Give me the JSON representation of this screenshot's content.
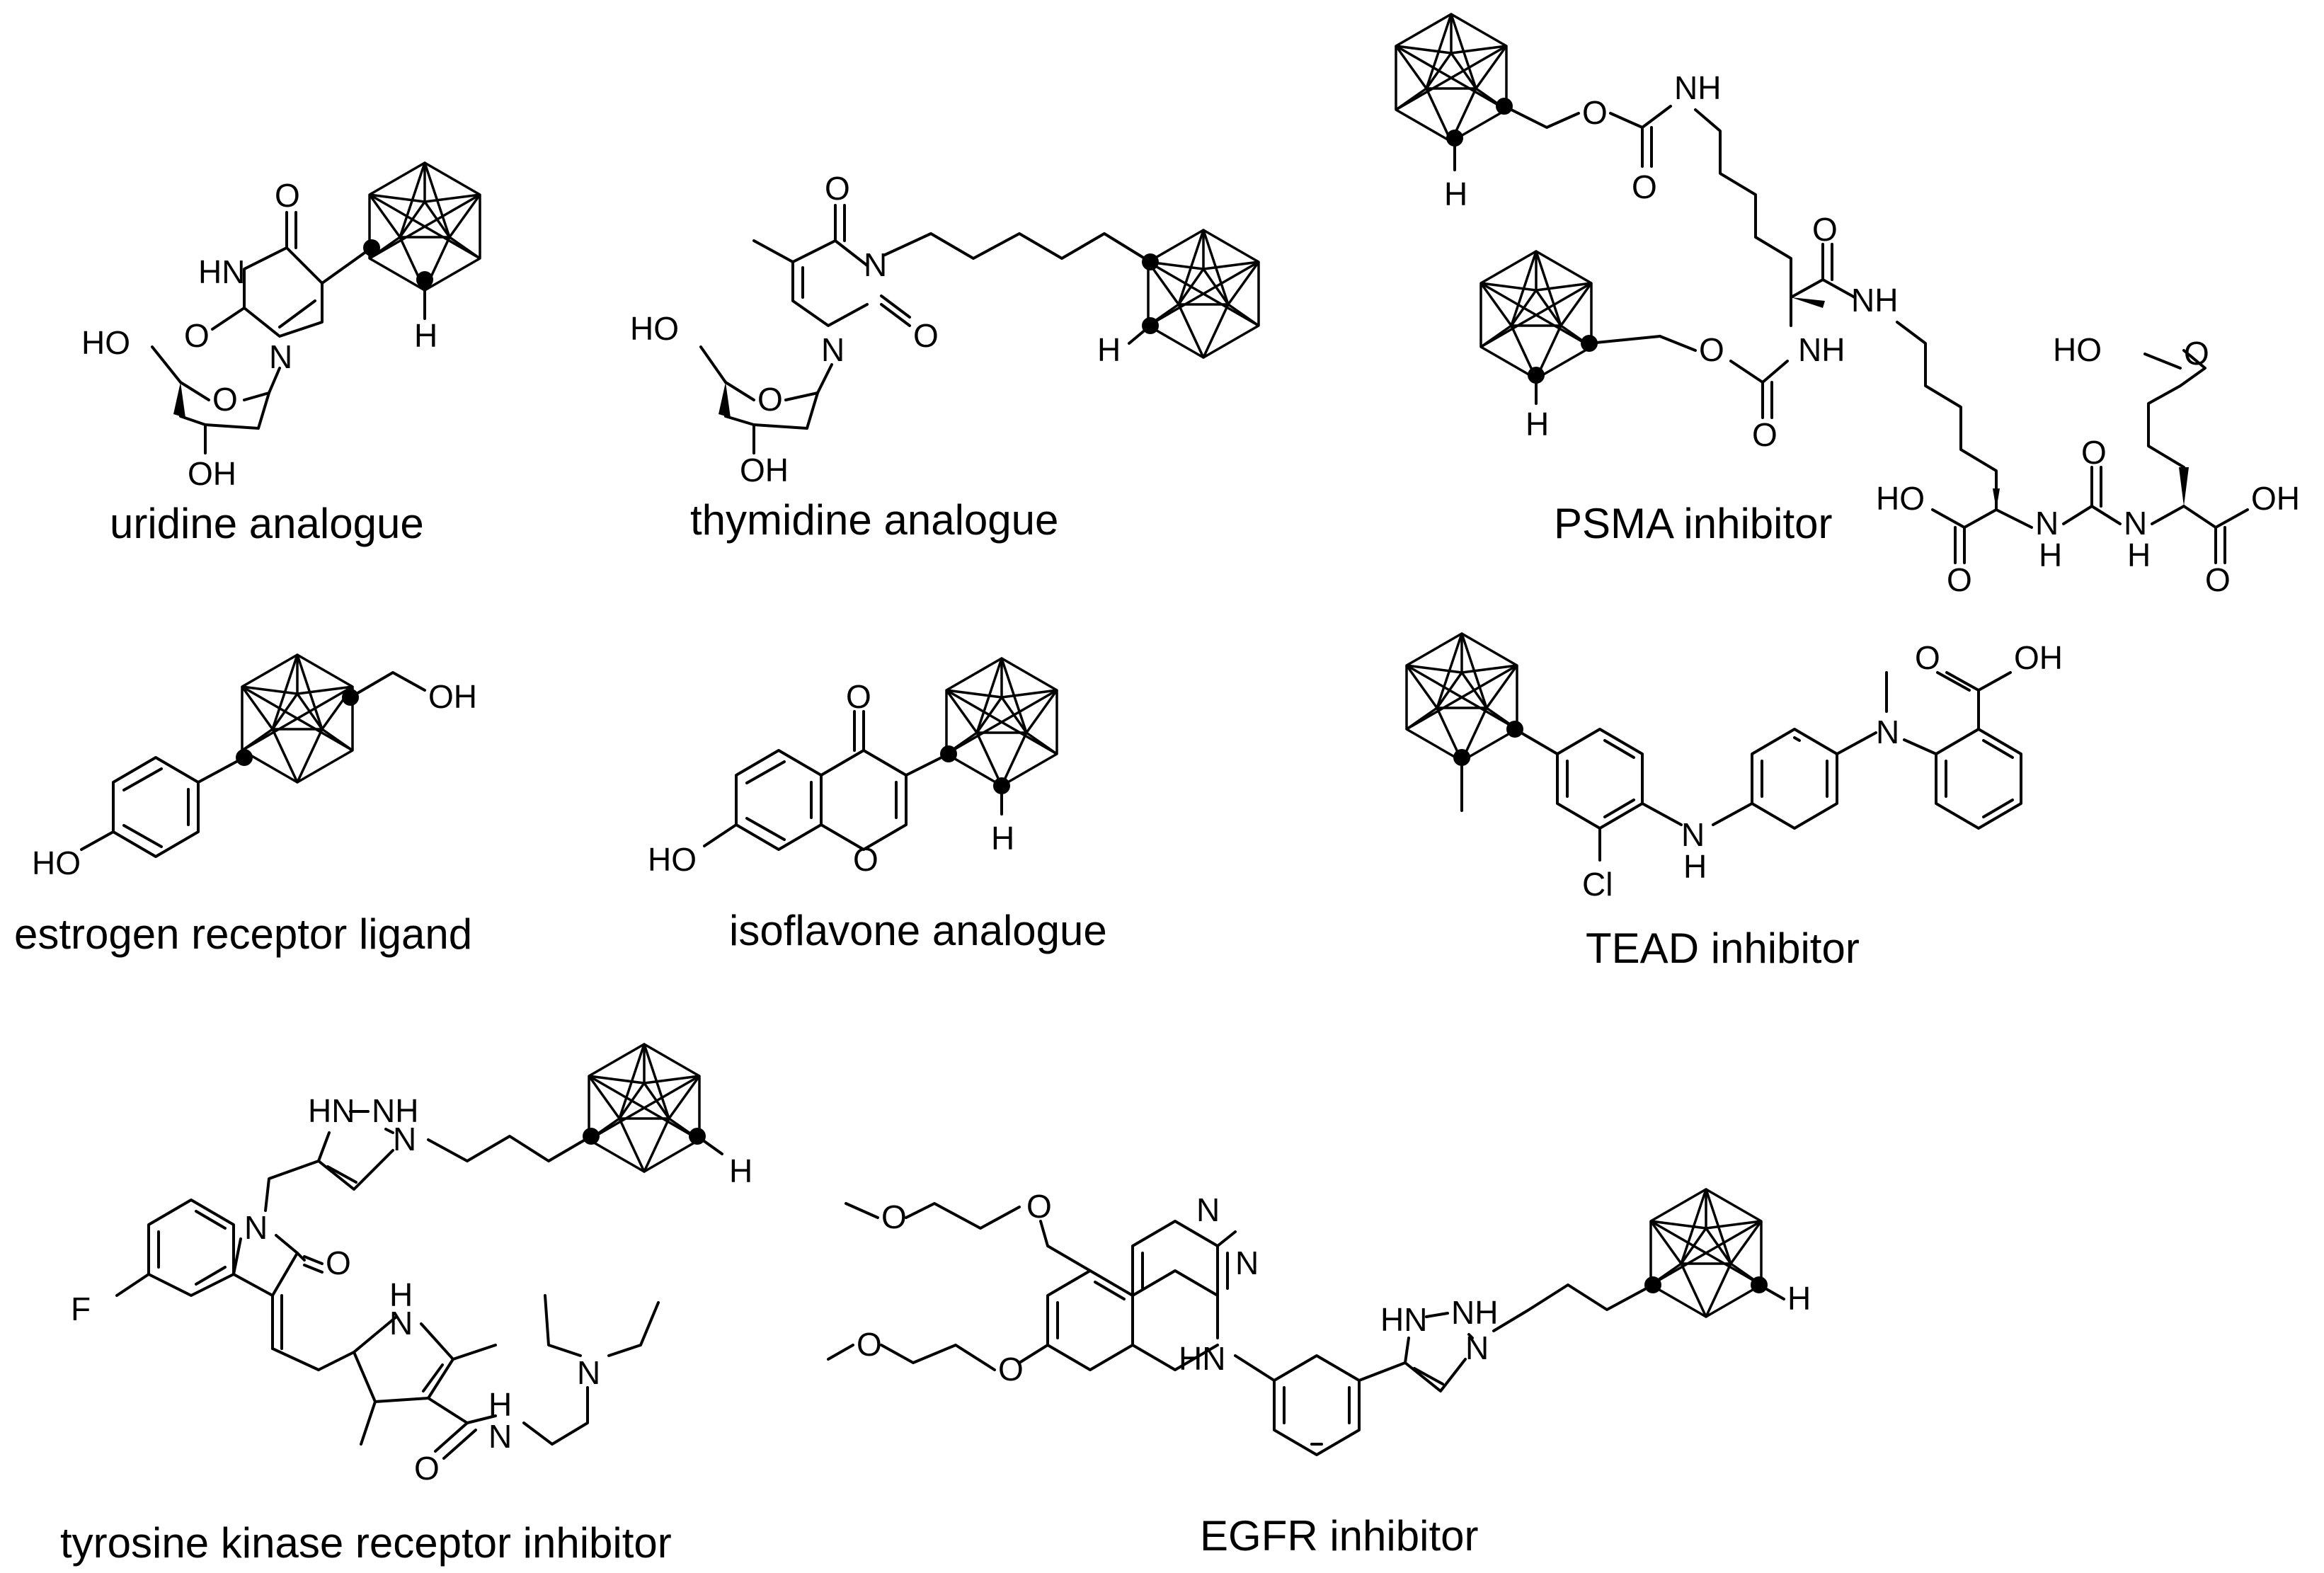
{
  "colors": {
    "ink": "#000000",
    "background": "#ffffff"
  },
  "compounds": [
    {
      "caption": "uridine analogue"
    },
    {
      "caption": "thymidine analogue"
    },
    {
      "caption": "PSMA inhibitor"
    },
    {
      "caption": "estrogen receptor ligand"
    },
    {
      "caption": "isoflavone analogue"
    },
    {
      "caption": "TEAD inhibitor"
    },
    {
      "caption": "tyrosine kinase receptor inhibitor"
    },
    {
      "caption": "EGFR inhibitor"
    }
  ],
  "labels": {
    "O": "O",
    "N": "N",
    "H": "H",
    "HN": "HN",
    "NH": "NH",
    "OH": "OH",
    "HO": "HO",
    "F": "F",
    "Cl": "Cl",
    "H_N": "H\nN"
  }
}
